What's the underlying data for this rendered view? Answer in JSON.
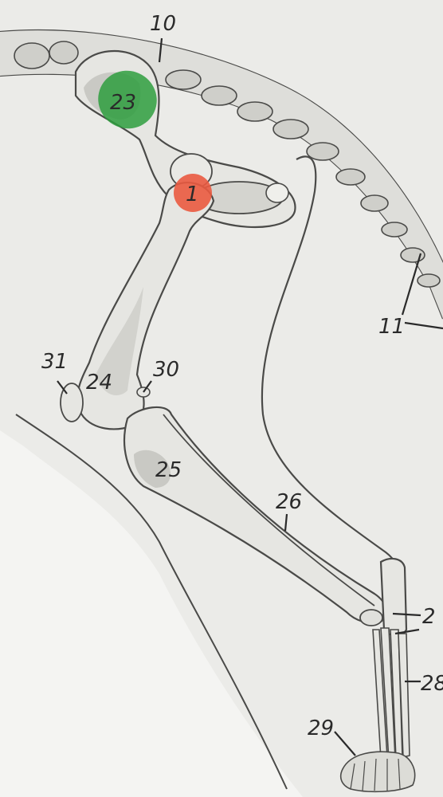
{
  "labels": {
    "l10": "10",
    "l11": "11",
    "l23": "23",
    "l1": "1",
    "l24": "24",
    "l25": "25",
    "l26": "26",
    "l27": "2",
    "l28": "28",
    "l29": "29",
    "l30": "30",
    "l31": "31"
  },
  "markers": {
    "ilium_marker_color": "#2e9e3e",
    "hip_joint_marker_color": "#ea5a40"
  }
}
